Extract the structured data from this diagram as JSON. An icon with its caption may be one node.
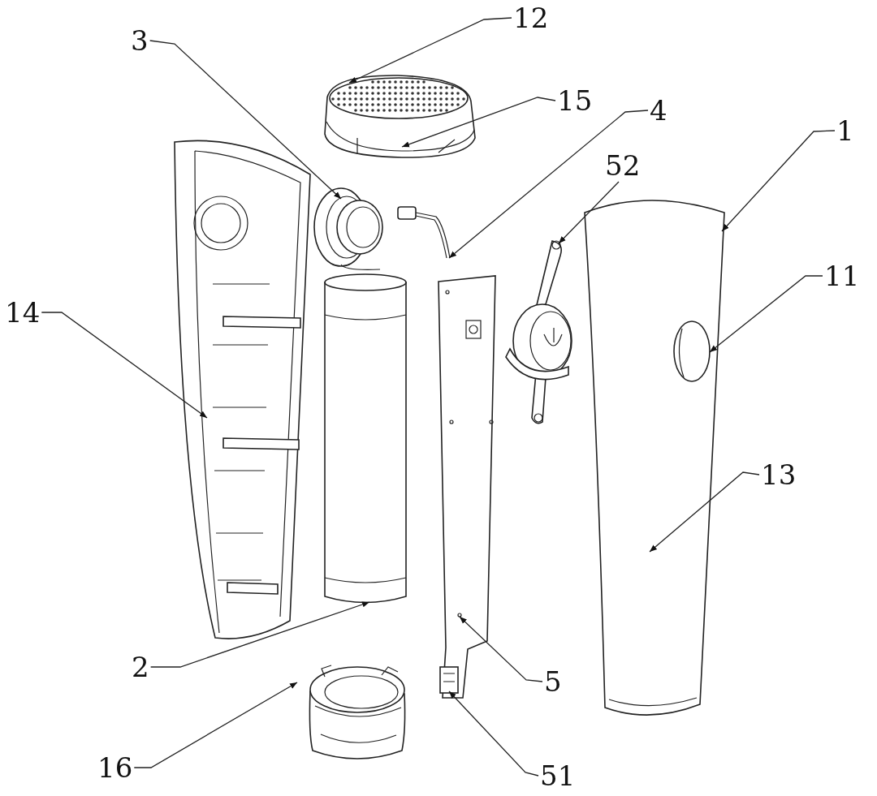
{
  "diagram": {
    "nodes": [
      {
        "text": [
          "12"
        ]
      },
      {
        "text": [
          "3"
        ]
      },
      {
        "text": [
          "15"
        ]
      },
      {
        "text": [
          "4"
        ]
      },
      {
        "text": [
          "1"
        ]
      },
      {
        "text": [
          "52"
        ]
      },
      {
        "text": [
          "11"
        ]
      },
      {
        "text": [
          "14"
        ]
      },
      {
        "text": [
          "13"
        ]
      },
      {
        "text": [
          "2"
        ]
      },
      {
        "text": [
          "5"
        ]
      },
      {
        "text": [
          "16"
        ]
      },
      {
        "text": [
          "51"
        ]
      },
      {
        "text": [],
        "shape": "picture"
      },
      {
        "text": [],
        "shape": "picture",
        "in": 13
      },
      {
        "text": [],
        "shape": "picture"
      },
      {
        "text": [],
        "shape": "picture"
      },
      {
        "text": [],
        "shape": "picture"
      },
      {
        "text": [],
        "shape": "picture",
        "in": 17
      },
      {
        "text": [],
        "shape": "picture"
      },
      {
        "text": [],
        "shape": "picture"
      },
      {
        "text": [],
        "shape": "picture"
      },
      {
        "text": [],
        "shape": "picture"
      },
      {
        "text": [],
        "shape": "picture",
        "in": 22
      },
      {
        "text": [],
        "shape": "picture"
      }
    ],
    "edges": [
      {
        "from": 0,
        "to": 14,
        "arrow": "to"
      },
      {
        "from": 1,
        "to": 15,
        "arrow": "to"
      },
      {
        "from": 2,
        "to": 13,
        "arrow": "to"
      },
      {
        "from": 3,
        "to": 16,
        "arrow": "to"
      },
      {
        "from": 4,
        "to": 17,
        "arrow": "to"
      },
      {
        "from": 5,
        "to": 19,
        "arrow": "to"
      },
      {
        "from": 6,
        "to": 18,
        "arrow": "to"
      },
      {
        "from": 7,
        "to": 20,
        "arrow": "to"
      },
      {
        "from": 8,
        "to": 17,
        "arrow": "to"
      },
      {
        "from": 9,
        "to": 21,
        "arrow": "to"
      },
      {
        "from": 10,
        "to": 22,
        "arrow": "to"
      },
      {
        "from": 11,
        "to": 24,
        "arrow": "to"
      },
      {
        "from": 12,
        "to": 23,
        "arrow": "to"
      }
    ]
  }
}
